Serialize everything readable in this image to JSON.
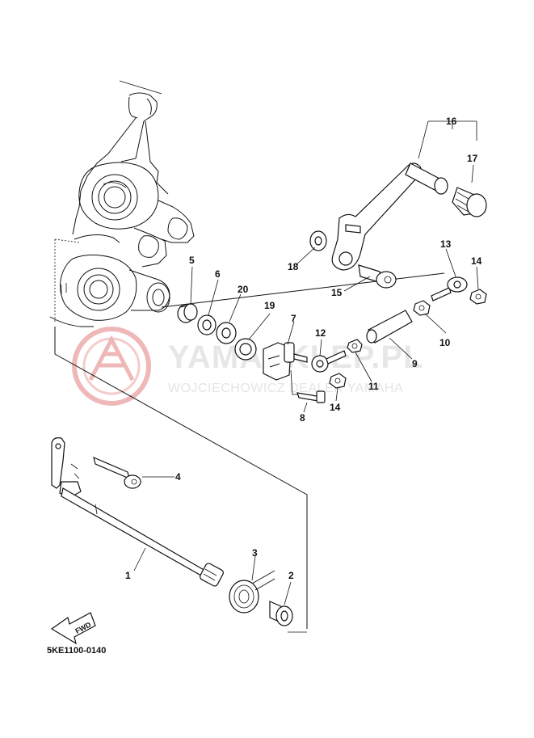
{
  "diagram": {
    "code": "5KE1100-0140",
    "fwd_label": "FWD",
    "watermark": {
      "title": "YAMASKLEP.PL",
      "subtitle": "WOJCIECHOWICZ DEALER YAMAHA",
      "color": "#e8a9a9"
    },
    "callouts": {
      "p1": "1",
      "p2": "2",
      "p3": "3",
      "p4": "4",
      "p5": "5",
      "p6": "6",
      "p7": "7",
      "p8": "8",
      "p9": "9",
      "p10": "10",
      "p11": "11",
      "p12": "12",
      "p13": "13",
      "p14a": "14",
      "p14b": "14",
      "p15": "15",
      "p16": "16",
      "p17": "17",
      "p18": "18",
      "p19": "19",
      "p20": "20"
    }
  }
}
